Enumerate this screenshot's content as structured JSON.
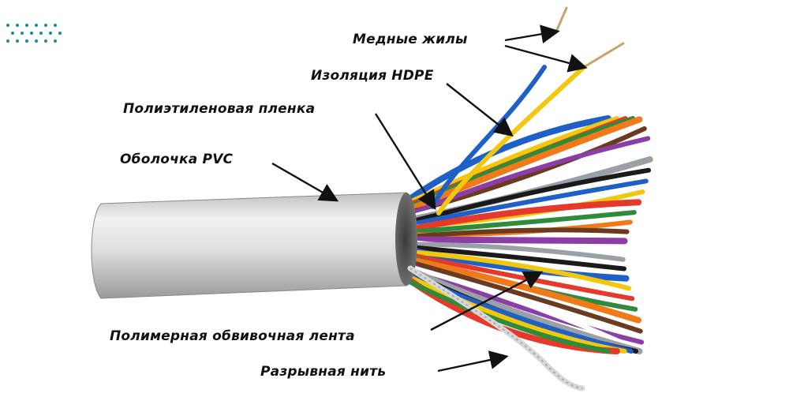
{
  "labels": {
    "copper": "Медные жилы",
    "hdpe": "Изоляция HDPE",
    "pe_film": "Полиэтиленовая пленка",
    "pvc": "Оболочка PVC",
    "polymer_tape": "Полимерная обвивочная лента",
    "ripcord": "Разрывная нить"
  },
  "colors": {
    "accent": "#1f87a8",
    "sheath": "#dcdcdc",
    "label_text": "#111111",
    "wires": [
      "#1e60c8",
      "#f2c80f",
      "#e53a2b",
      "#2e8b3c",
      "#f07a1a",
      "#6b3b1f",
      "#8a3ea6",
      "#ffffff",
      "#9aa0a6",
      "#1a1a1a"
    ]
  }
}
